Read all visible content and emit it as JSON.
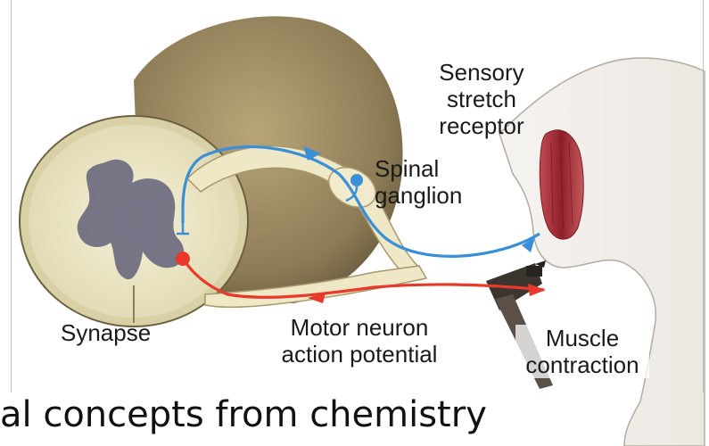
{
  "labels": {
    "sensory_stretch_receptor": [
      "Sensory",
      "stretch",
      "receptor"
    ],
    "spinal_ganglion": [
      "Spinal",
      "ganglion"
    ],
    "synapse": "Synapse",
    "motor_neuron_action_potential": [
      "Motor neuron",
      "action potential"
    ],
    "muscle_contraction": [
      "Muscle",
      "contraction"
    ]
  },
  "caption_fragment": "al concepts from chemistry",
  "colors": {
    "sensory_pathway": "#3a8fd6",
    "motor_pathway": "#e8392a",
    "spinal_outer": "#8a7a52",
    "spinal_inner": "#f3efcf",
    "gray_matter": "#6d6a80",
    "muscle": "#a8303a"
  }
}
